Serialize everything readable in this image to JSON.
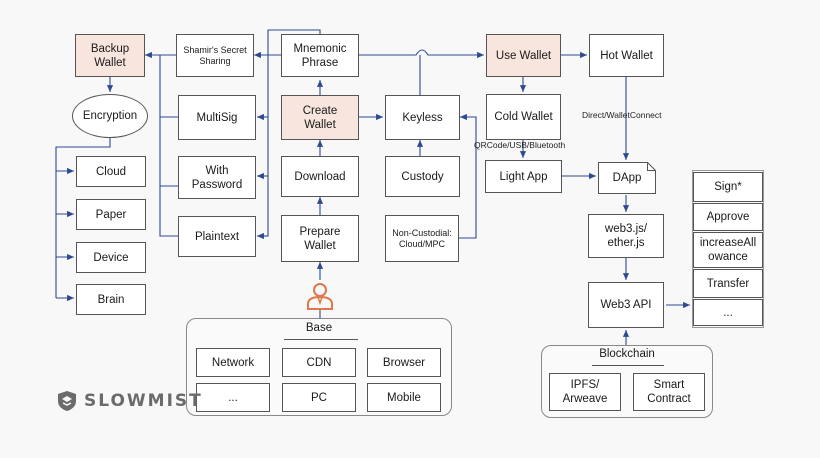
{
  "nodes": {
    "backup_wallet": "Backup\nWallet",
    "shamir": "Shamir's Secret\nSharing",
    "mnemonic": "Mnemonic\nPhrase",
    "use_wallet": "Use Wallet",
    "hot_wallet": "Hot Wallet",
    "encryption": "Encryption",
    "multisig": "MultiSig",
    "create_wallet": "Create\nWallet",
    "keyless": "Keyless",
    "cold_wallet": "Cold Wallet",
    "cloud": "Cloud",
    "with_password": "With\nPassword",
    "download": "Download",
    "custody": "Custody",
    "light_app": "Light App",
    "dapp": "DApp",
    "paper": "Paper",
    "plaintext": "Plaintext",
    "prepare_wallet": "Prepare\nWallet",
    "non_custodial": "Non-Custodial:\nCloud/MPC",
    "web3js": "web3.js/\nether.js",
    "device": "Device",
    "brain": "Brain",
    "web3api": "Web3 API"
  },
  "edge_labels": {
    "direct_walletconnect": "Direct/WalletConnect",
    "qrcode": "QRCode/USB/Bluetooth"
  },
  "methods": [
    "Sign*",
    "Approve",
    "increaseAll\nowance",
    "Transfer",
    "..."
  ],
  "base": {
    "title": "Base",
    "items": [
      "Network",
      "CDN",
      "Browser",
      "...",
      "PC",
      "Mobile"
    ]
  },
  "blockchain": {
    "title": "Blockchain",
    "items": [
      "IPFS/\nArweave",
      "Smart\nContract"
    ]
  },
  "brand": {
    "name": "SLOWMIST",
    "color": "#6b6b6b",
    "highlight_color": "#f8e6de",
    "user_icon_color": "#e0774a"
  }
}
